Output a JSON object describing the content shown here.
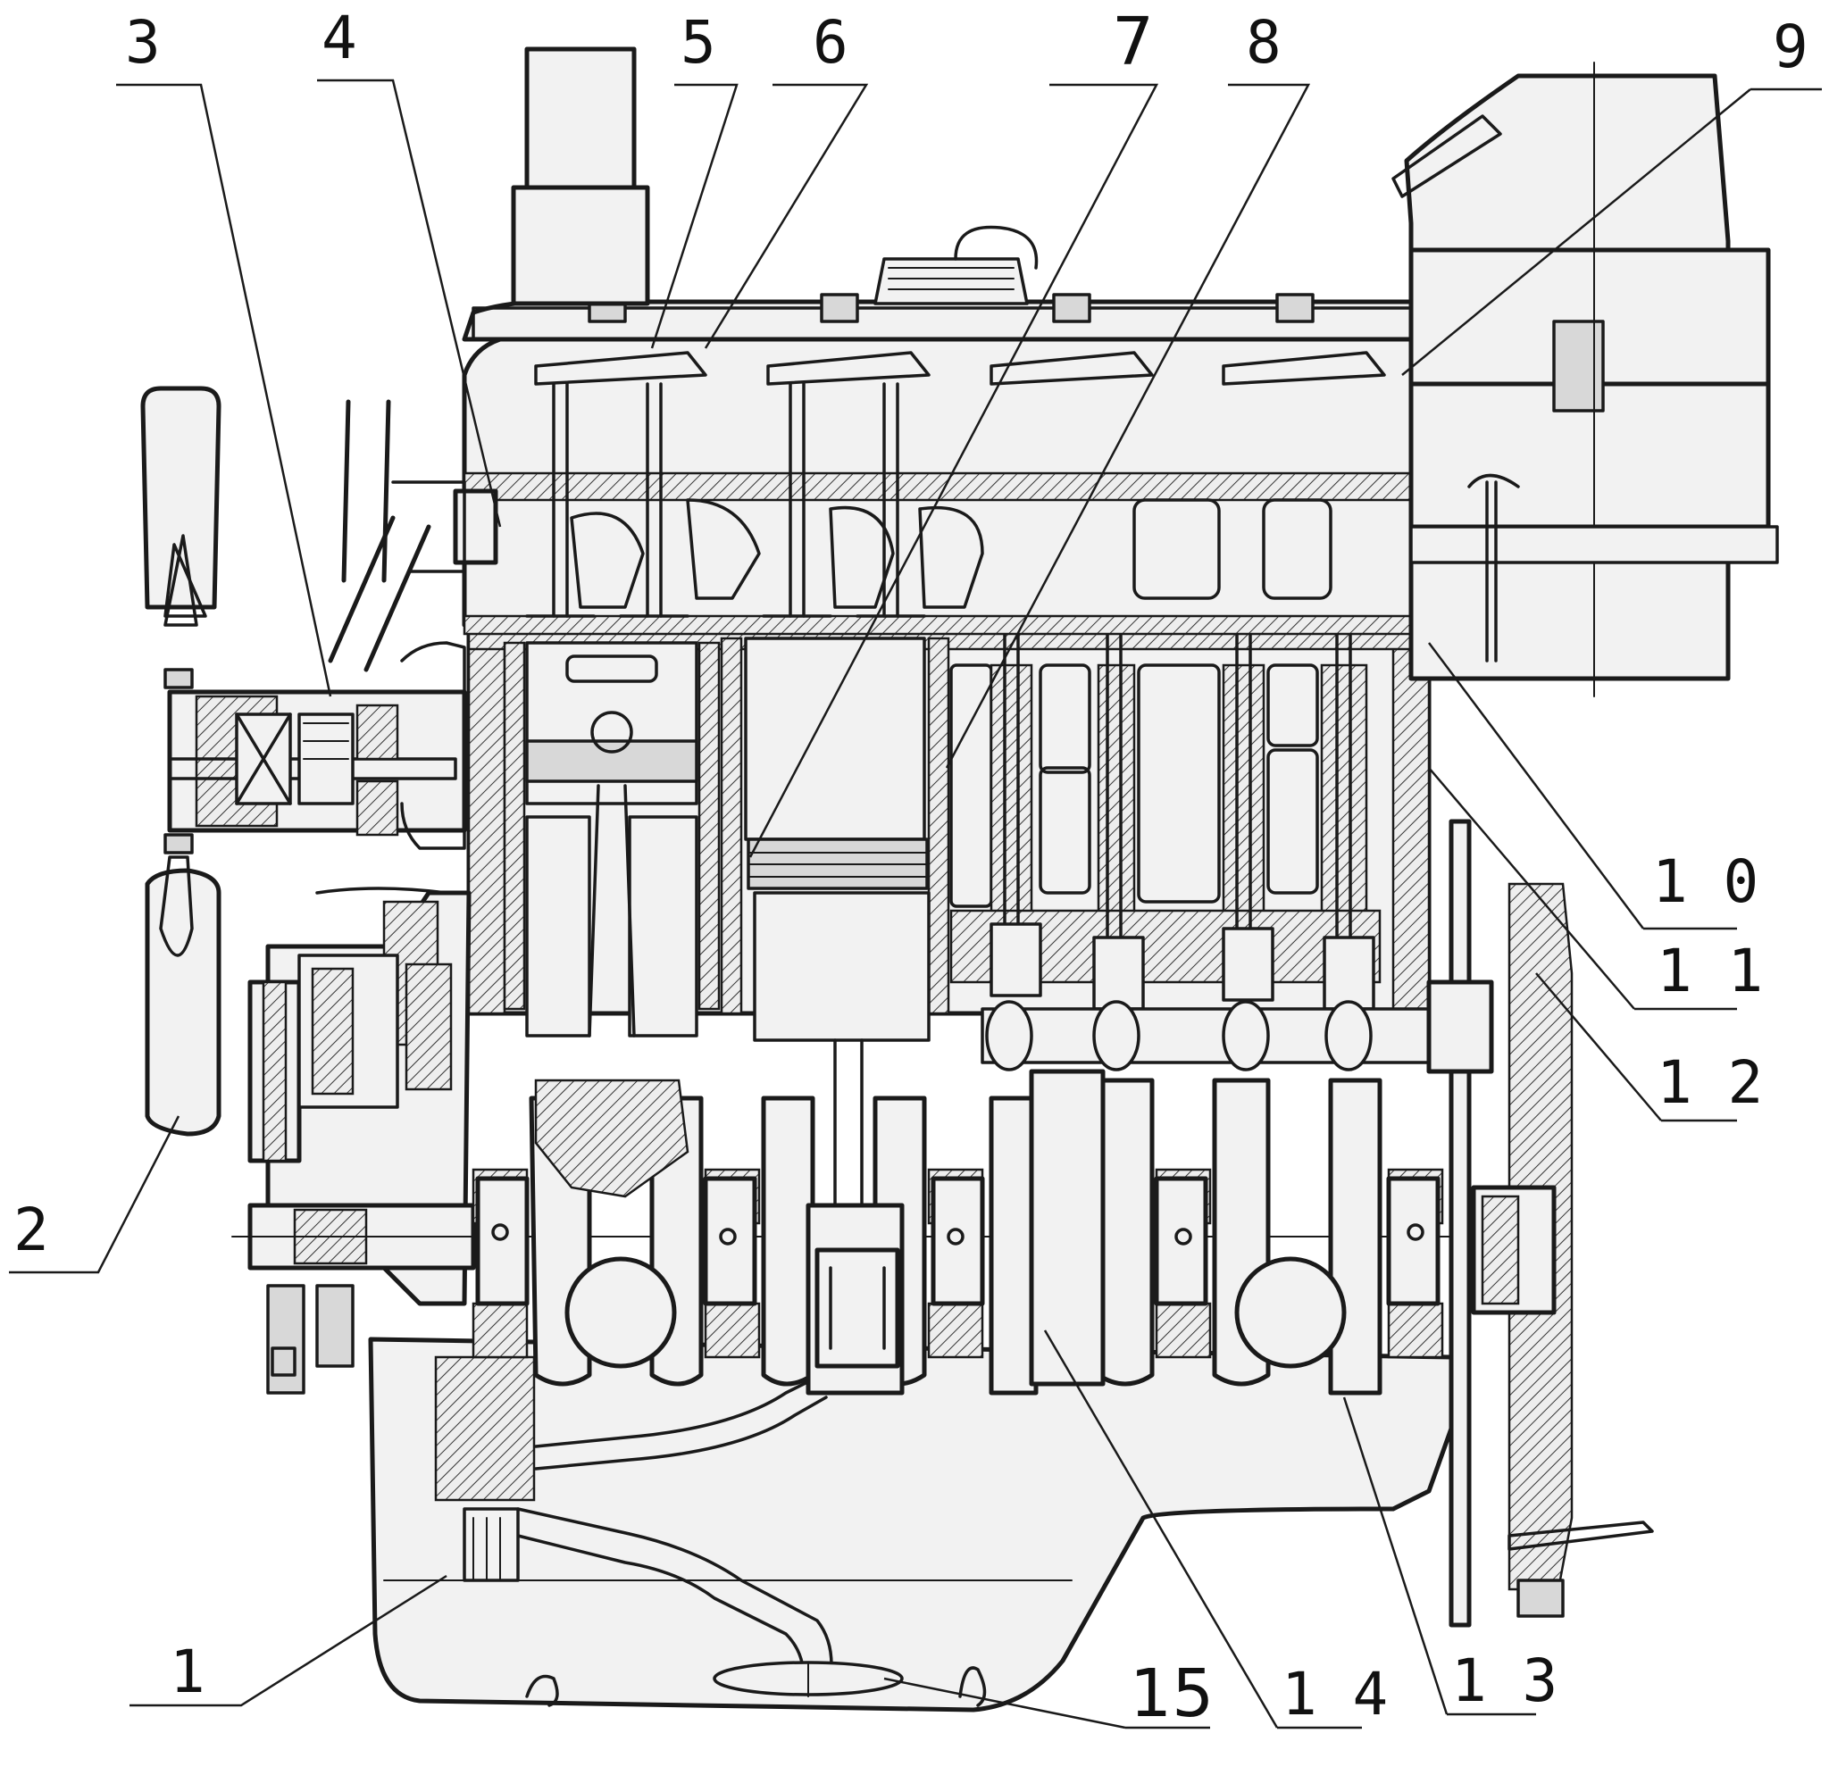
{
  "callouts": [
    {
      "id": "1",
      "label": "1"
    },
    {
      "id": "2",
      "label": "2"
    },
    {
      "id": "3",
      "label": "3"
    },
    {
      "id": "4",
      "label": "4"
    },
    {
      "id": "5",
      "label": "5"
    },
    {
      "id": "6",
      "label": "6"
    },
    {
      "id": "7",
      "label": "7"
    },
    {
      "id": "8",
      "label": "8"
    },
    {
      "id": "9",
      "label": "9"
    },
    {
      "id": "10",
      "label": "1 0"
    },
    {
      "id": "11",
      "label": "1 1"
    },
    {
      "id": "12",
      "label": "1 2"
    },
    {
      "id": "13",
      "label": "1 3"
    },
    {
      "id": "14",
      "label": "1 4"
    },
    {
      "id": "15",
      "label": "15"
    }
  ]
}
